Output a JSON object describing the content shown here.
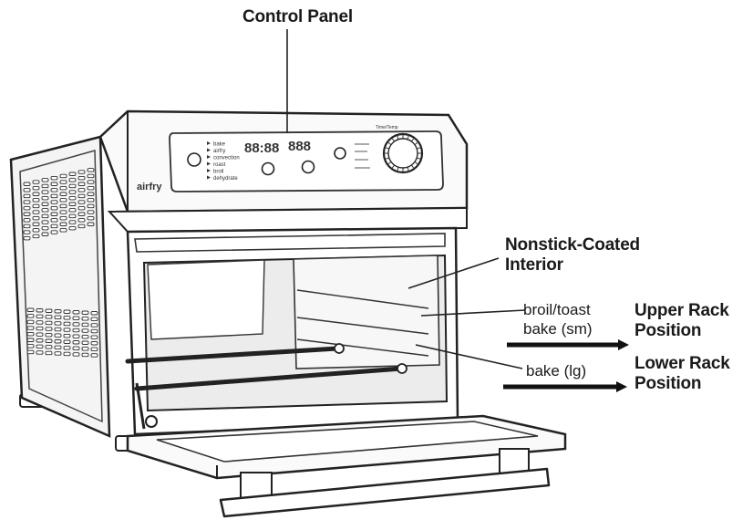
{
  "labels": {
    "control_panel": "Control Panel",
    "interior_line1": "Nonstick-Coated",
    "interior_line2": "Interior",
    "upper_rack_line1": "Upper Rack",
    "upper_rack_line2": "Position",
    "lower_rack_line1": "Lower Rack",
    "lower_rack_line2": "Position",
    "broil_toast": "broil/toast",
    "bake_sm": "bake (sm)",
    "bake_lg": "bake (lg)"
  },
  "panel": {
    "brand": "airfry",
    "functions": [
      "bake",
      "airfry",
      "convection",
      "roast",
      "broil",
      "dehydrate"
    ],
    "time_display": "88:88",
    "temp_display": "888",
    "knob_label": "Time/Temp"
  }
}
